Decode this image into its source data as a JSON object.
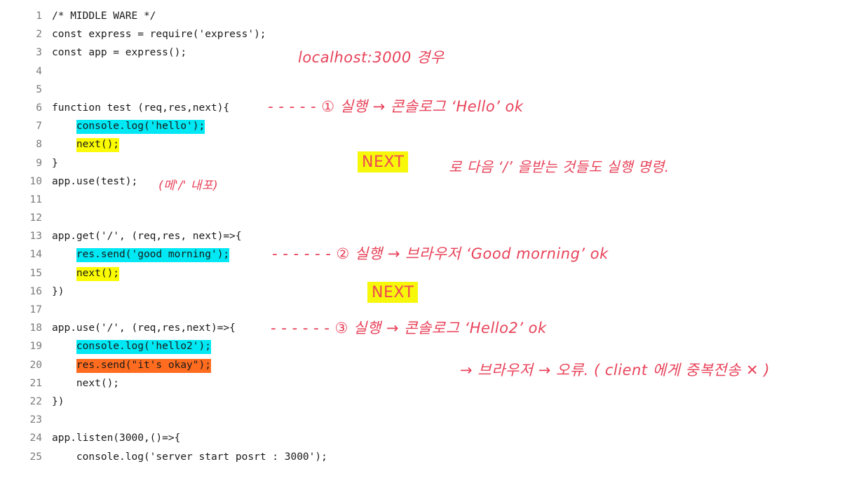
{
  "code": {
    "lines": [
      {
        "num": "1",
        "text": "/* MIDDLE WARE */"
      },
      {
        "num": "2",
        "text": "const express = require('express');"
      },
      {
        "num": "3",
        "text": "const app = express();"
      },
      {
        "num": "4",
        "text": ""
      },
      {
        "num": "5",
        "text": ""
      },
      {
        "num": "6",
        "text": "function test (req,res,next){"
      },
      {
        "num": "7",
        "text": "console.log('hello');",
        "indent": "    ",
        "highlight": "cyan"
      },
      {
        "num": "8",
        "text": "next();",
        "indent": "    ",
        "highlight": "yellow"
      },
      {
        "num": "9",
        "text": "}"
      },
      {
        "num": "10",
        "text": "app.use(test);"
      },
      {
        "num": "11",
        "text": ""
      },
      {
        "num": "12",
        "text": ""
      },
      {
        "num": "13",
        "text": "app.get('/', (req,res, next)=>{"
      },
      {
        "num": "14",
        "text": "res.send('good morning');",
        "indent": "    ",
        "highlight": "cyan"
      },
      {
        "num": "15",
        "text": "next();",
        "indent": "    ",
        "highlight": "yellow"
      },
      {
        "num": "16",
        "text": "})"
      },
      {
        "num": "17",
        "text": ""
      },
      {
        "num": "18",
        "text": "app.use('/', (req,res,next)=>{"
      },
      {
        "num": "19",
        "text": "console.log('hello2');",
        "indent": "    ",
        "highlight": "cyan"
      },
      {
        "num": "20",
        "text": "res.send(\"it's okay\");",
        "indent": "    ",
        "highlight": "orange"
      },
      {
        "num": "21",
        "text": "next();",
        "indent": "    "
      },
      {
        "num": "22",
        "text": "})"
      },
      {
        "num": "23",
        "text": ""
      },
      {
        "num": "24",
        "text": "app.listen(3000,()=>{"
      },
      {
        "num": "25",
        "text": "console.log('server start posrt : 3000');",
        "indent": "    "
      }
    ]
  },
  "annotations": {
    "localhost": "localhost:3000 경우",
    "note_line10": "(메'/' 내포)",
    "step1": "- - - - -  ① 실행   → 콘솔로그 ‘Hello’  ok",
    "next_label1": "NEXT",
    "next_desc": "로  다음   ‘/’ 을받는 것들도 실행 명령.",
    "step2": "- - - - - -  ② 실행 → 브라우저 ‘Good morning’  ok",
    "next_label2": "NEXT",
    "step3": "- - - - - -  ③ 실행 → 콘솔로그 ‘Hello2’  ok",
    "step3b": "→ 브라우저 → 오류. ( client 에게 중복전송 ✕ )"
  },
  "colors": {
    "highlight_cyan": "#00e8f4",
    "highlight_yellow": "#fbfb02",
    "highlight_orange": "#ff6c1f",
    "annotation_ink": "#e8435a"
  }
}
